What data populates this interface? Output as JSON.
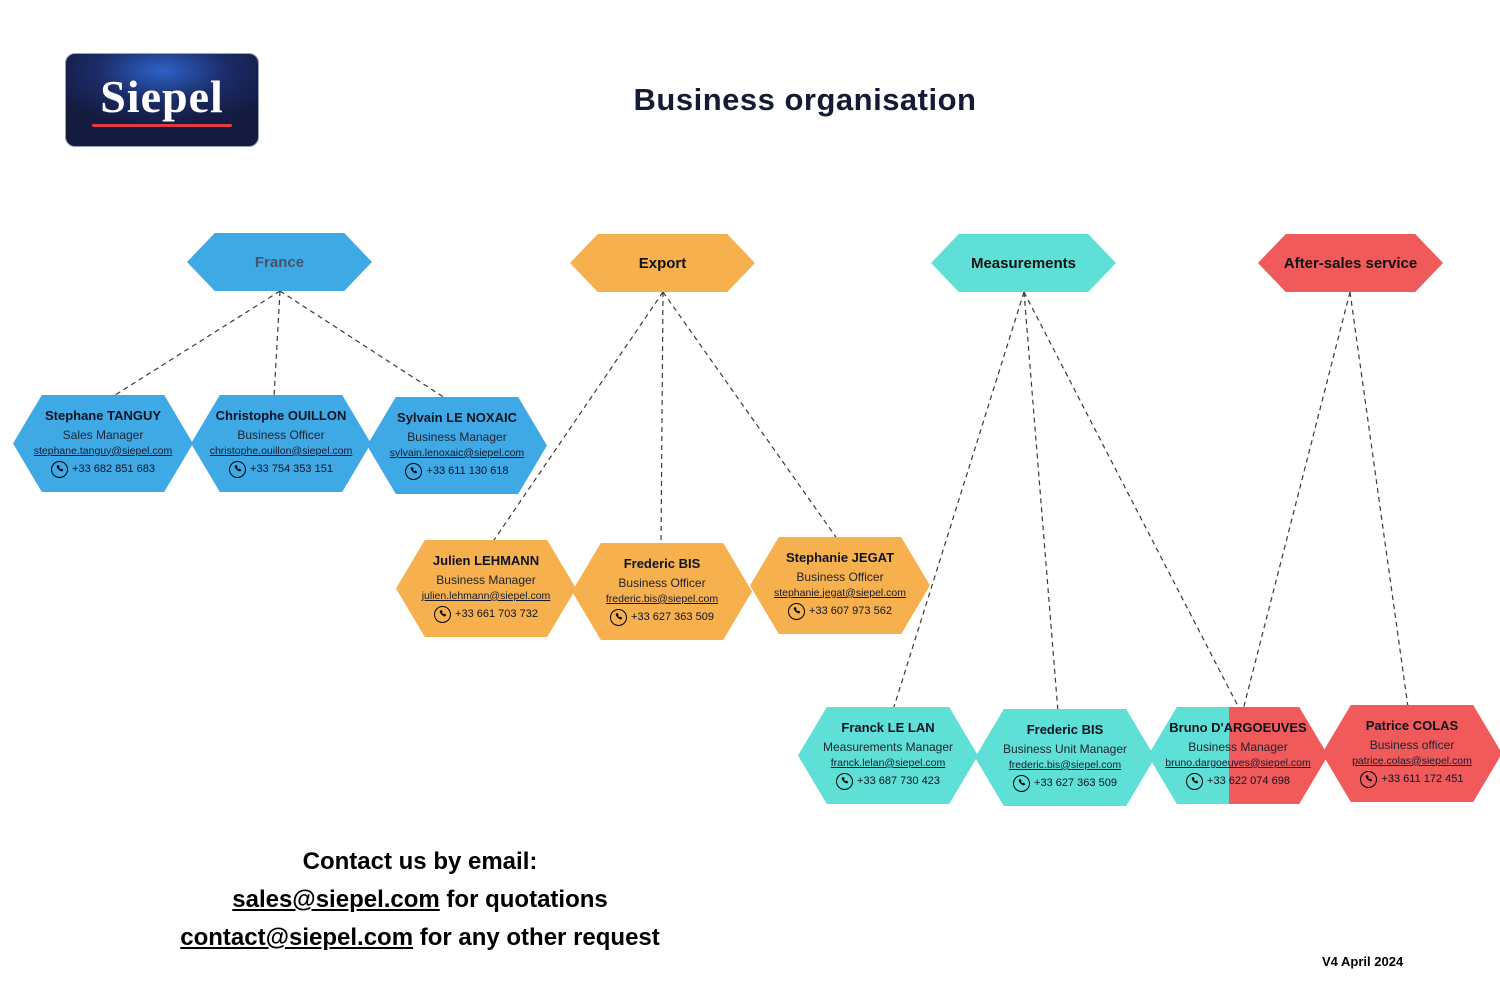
{
  "logo": {
    "text": "Siepel"
  },
  "title": "Business organisation",
  "categories": [
    {
      "label": "France",
      "color": "#3FA9E6",
      "label_color": "#44546A"
    },
    {
      "label": "Export",
      "color": "#F6B04E",
      "label_color": "#111111"
    },
    {
      "label": "Measurements",
      "color": "#5FE0D6",
      "label_color": "#111111"
    },
    {
      "label": "After-sales service",
      "color": "#F05A5A",
      "label_color": "#111111"
    }
  ],
  "people": [
    {
      "name": "Stephane TANGUY",
      "role": "Sales Manager",
      "email": "stephane.tanguy@siepel.com",
      "phone": "+33 682 851 683",
      "group": "France"
    },
    {
      "name": "Christophe OUILLON",
      "role": "Business Officer",
      "email": "christophe.ouillon@siepel.com",
      "phone": "+33 754 353 151",
      "group": "France"
    },
    {
      "name": "Sylvain LE NOXAIC",
      "role": "Business Manager",
      "email": "sylvain.lenoxaic@siepel.com",
      "phone": "+33 611 130 618",
      "group": "France"
    },
    {
      "name": "Julien LEHMANN",
      "role": "Business Manager",
      "email": "julien.lehmann@siepel.com",
      "phone": "+33 661 703 732",
      "group": "Export"
    },
    {
      "name": "Frederic BIS",
      "role": "Business Officer",
      "email": "frederic.bis@siepel.com",
      "phone": "+33 627 363 509",
      "group": "Export"
    },
    {
      "name": "Stephanie JEGAT",
      "role": "Business Officer",
      "email": "stephanie.jegat@siepel.com",
      "phone": "+33 607 973 562",
      "group": "Export"
    },
    {
      "name": "Franck LE LAN",
      "role": "Measurements Manager",
      "email": "franck.lelan@siepel.com",
      "phone": "+33 687 730 423",
      "group": "Measurements"
    },
    {
      "name": "Frederic BIS",
      "role": "Business Unit Manager",
      "email": "frederic.bis@siepel.com",
      "phone": "+33 627 363 509",
      "group": "Measurements"
    },
    {
      "name": "Bruno D'ARGOEUVES",
      "role": "Business Manager",
      "email": "bruno.dargoeuves@siepel.com",
      "phone": "+33 622 074 698",
      "group": "Measurements / After-sales service"
    },
    {
      "name": "Patrice COLAS",
      "role": "Business officer",
      "email": "patrice.colas@siepel.com",
      "phone": "+33 611 172 451",
      "group": "After-sales service"
    }
  ],
  "footer": {
    "contact_heading": "Contact us by email:",
    "sales_email": "sales@siepel.com",
    "sales_suffix": " for quotations",
    "contact_email": "contact@siepel.com",
    "contact_suffix": " for any other request",
    "version": "V4 April 2024"
  }
}
